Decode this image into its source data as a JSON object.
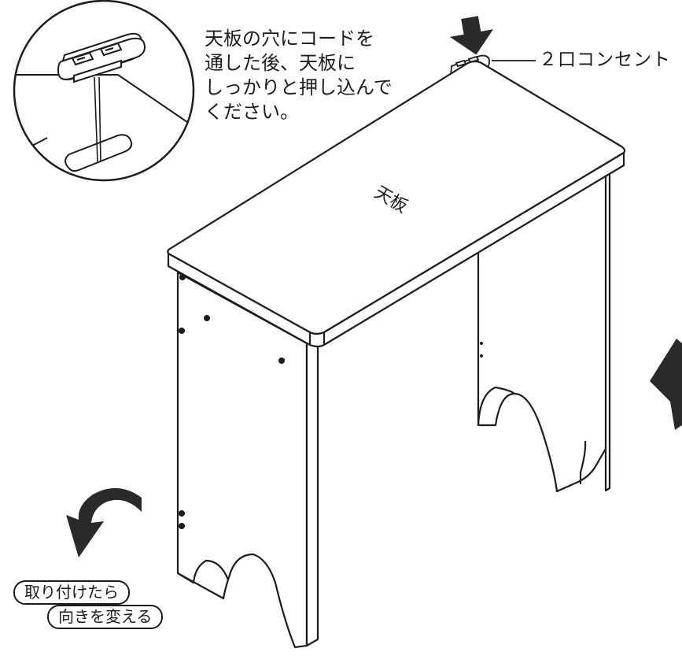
{
  "instruction": {
    "lines": [
      "天板の穴にコードを",
      "通した後、天板に",
      "しっかりと押し込んで",
      "ください。"
    ]
  },
  "labels": {
    "outlet": "２口コンセント",
    "tabletop": "天板"
  },
  "rotate_note": {
    "line1": "取り付けたら",
    "line2": "向きを変える"
  },
  "icons": {
    "press_arrow": "down-arrow-icon",
    "rotate_arrow": "rotate-arrow-icon"
  },
  "colors": {
    "line": "#1c1c1c",
    "arrow": "#2a2a2a",
    "background": "#ffffff"
  }
}
